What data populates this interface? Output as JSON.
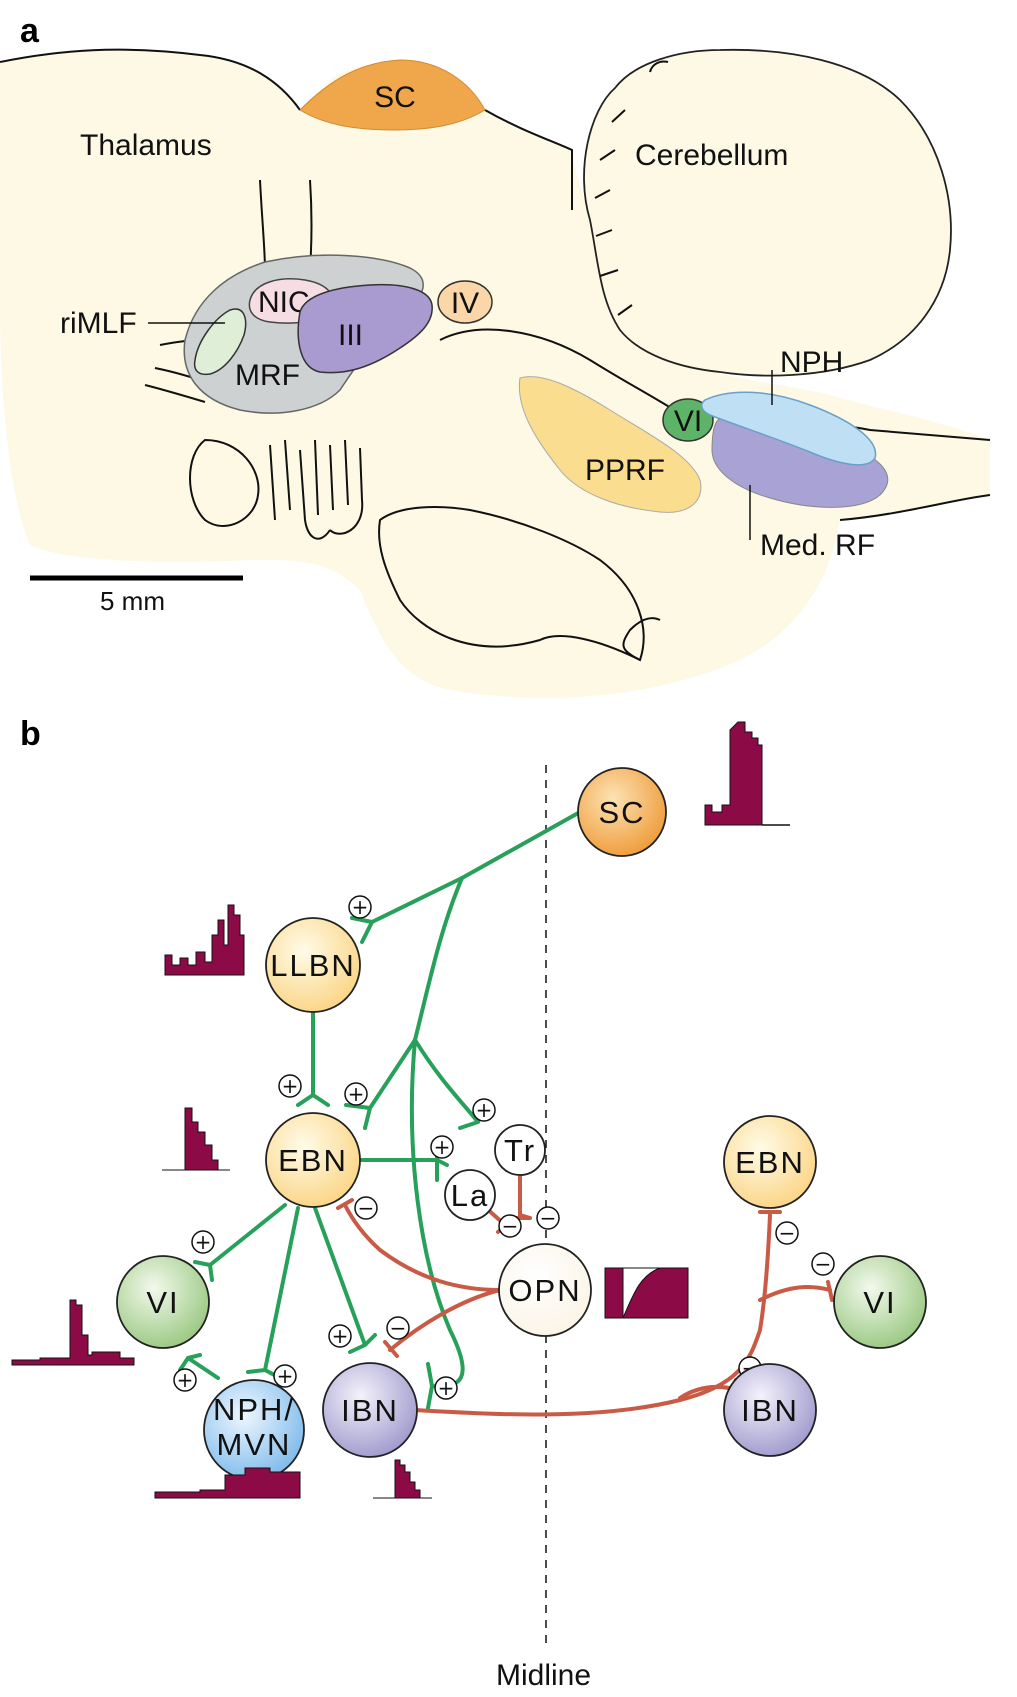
{
  "panel_a": {
    "label": "a",
    "regions": {
      "thalamus": "Thalamus",
      "cerebellum": "Cerebellum",
      "sc": "SC",
      "nic": "NIC",
      "iii": "III",
      "iv": "IV",
      "rimlf": "riMLF",
      "mrf": "MRF",
      "pprf": "PPRF",
      "vi": "VI",
      "nph": "NPH",
      "med_rf": "Med. RF"
    },
    "scale_bar": {
      "label": "5 mm",
      "length_mm": 5
    }
  },
  "panel_b": {
    "label": "b",
    "midline_label": "Midline",
    "nodes": {
      "sc": "SC",
      "llbn": "LLBN",
      "ebn_left": "EBN",
      "tr": "Tr",
      "la": "La",
      "opn": "OPN",
      "vi_left": "VI",
      "nph_mvn_line1": "NPH/",
      "nph_mvn_line2": "MVN",
      "ibn_left": "IBN",
      "ebn_right": "EBN",
      "vi_right": "VI",
      "ibn_right": "IBN"
    },
    "signs": {
      "plus": "+",
      "minus": "−"
    },
    "colors": {
      "excitatory": "#27a05a",
      "inhibitory": "#c95a45",
      "firing_histogram": "#8c0a46",
      "sc_fill": "#f0a040",
      "burst_neuron_fill": "#fbd98a",
      "vi_fill": "#a3cc8c",
      "nph_fill": "#8ec4ec",
      "ibn_fill": "#a9a4d0"
    }
  }
}
